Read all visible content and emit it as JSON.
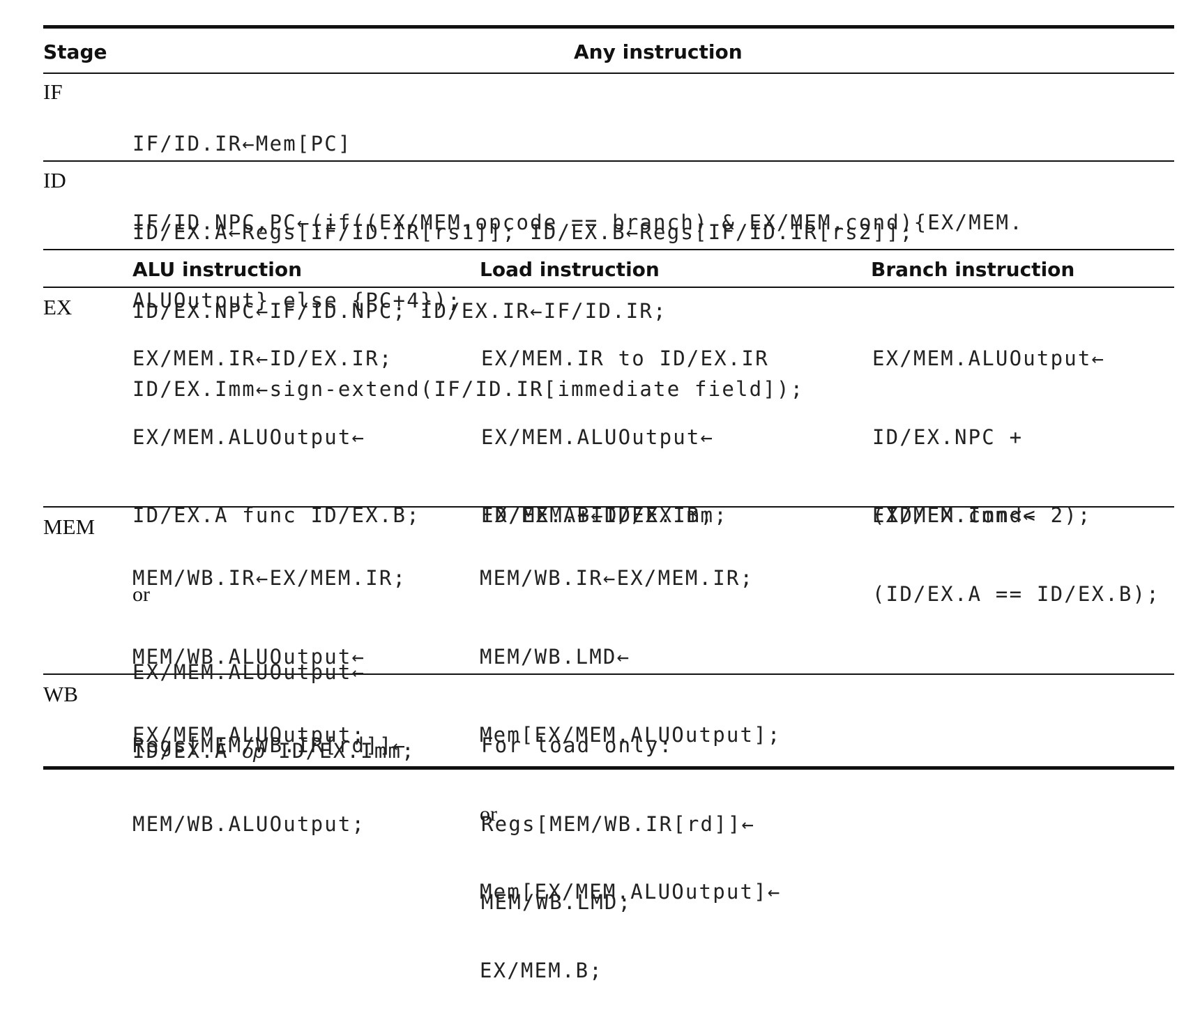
{
  "header": {
    "stage": "Stage",
    "any_instruction": "Any instruction",
    "alu_instruction": "ALU instruction",
    "load_instruction": "Load instruction",
    "branch_instruction": "Branch instruction"
  },
  "rows": {
    "if": {
      "stage": "IF",
      "any": [
        "IF/ID.IR←Mem[PC]",
        "IF/ID.NPC,PC←(if((EX/MEM.opcode == branch) & EX/MEM.cond){EX/MEM.",
        "ALUOutput} else {PC+4});"
      ]
    },
    "id": {
      "stage": "ID",
      "any": [
        "ID/EX.A←Regs[IF/ID.IR[rs1]]; ID/EX.B←Regs[IF/ID.IR[rs2]];",
        "ID/EX.NPC←IF/ID.NPC; ID/EX.IR←IF/ID.IR;",
        "ID/EX.Imm←sign-extend(IF/ID.IR[immediate field]);"
      ]
    },
    "ex": {
      "stage": "EX",
      "alu": [
        "EX/MEM.IR←ID/EX.IR;",
        "EX/MEM.ALUOutput←",
        "ID/EX.A func ID/EX.B;",
        "or",
        "EX/MEM.ALUOutput←",
        "ID/EX.A ",
        "op",
        " ID/EX.Imm;"
      ],
      "load_a": [
        "EX/MEM.IR to ID/EX.IR",
        "EX/MEM.ALUOutput←",
        "ID/EX.A+ID/EX.Imm;"
      ],
      "load_b": [
        "EX/MEM.B←ID/EX.B;"
      ],
      "branch_a": [
        "EX/MEM.ALUOutput←",
        "ID/EX.NPC +",
        "(ID/EX.Imm<< 2);"
      ],
      "branch_b": [
        "EX/MEM.cond←",
        "(ID/EX.A == ID/EX.B);"
      ]
    },
    "mem": {
      "stage": "MEM",
      "alu": [
        "MEM/WB.IR←EX/MEM.IR;",
        "MEM/WB.ALUOutput←",
        "EX/MEM.ALUOutput;"
      ],
      "load": [
        "MEM/WB.IR←EX/MEM.IR;",
        "MEM/WB.LMD←",
        "Mem[EX/MEM.ALUOutput];",
        "or",
        "Mem[EX/MEM.ALUOutput]←",
        "EX/MEM.B;"
      ]
    },
    "wb": {
      "stage": "WB",
      "alu": [
        "Regs[MEM/WB.IR[rd]]←",
        "MEM/WB.ALUOutput;"
      ],
      "load": [
        "For load only:",
        "Regs[MEM/WB.IR[rd]]←",
        "MEM/WB.LMD;"
      ]
    }
  }
}
